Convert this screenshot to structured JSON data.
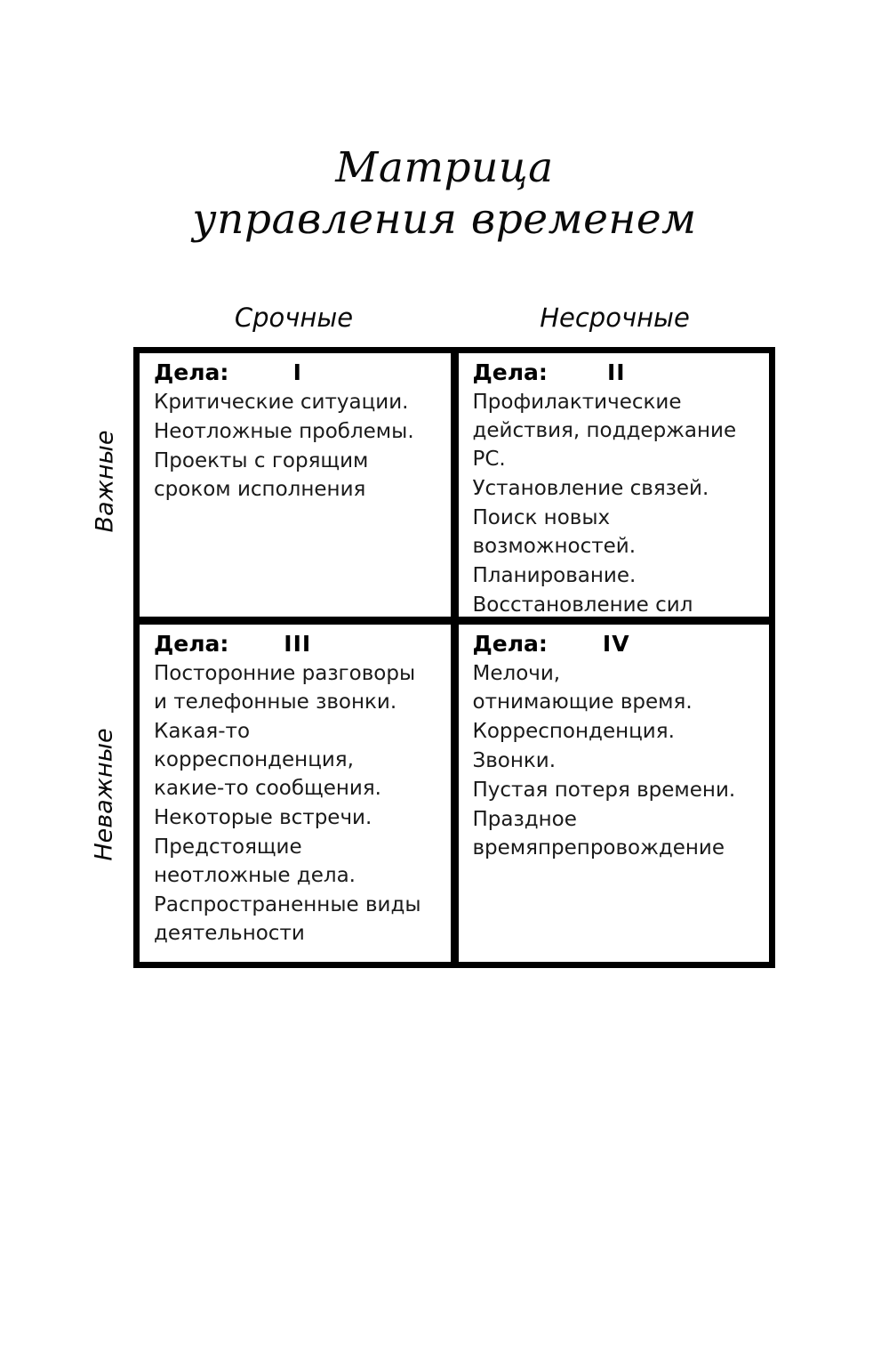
{
  "title": {
    "line1": "Матрица",
    "line2": "управления временем"
  },
  "axes": {
    "columns": [
      {
        "key": "urgent",
        "label": "Срочные"
      },
      {
        "key": "not_urgent",
        "label": "Несрочные"
      }
    ],
    "rows": [
      {
        "key": "important",
        "label": "Важные"
      },
      {
        "key": "unimportant",
        "label": "Неважные"
      }
    ]
  },
  "quadrants": [
    {
      "numeral": "I",
      "heading": "Дела:",
      "items": [
        "Критические ситуации.",
        "Неотложные проблемы.",
        "Проекты с горящим\nсроком исполнения"
      ]
    },
    {
      "numeral": "II",
      "heading": "Дела:",
      "items": [
        "Профилактические\nдействия, поддержание РС.",
        "Установление связей.",
        "Поиск новых возможностей.",
        "Планирование.",
        "Восстановление сил"
      ]
    },
    {
      "numeral": "III",
      "heading": "Дела:",
      "items": [
        "Посторонние разговоры\nи телефонные звонки.",
        "Какая-то корреспонденция,\nкакие-то сообщения.",
        "Некоторые встречи.",
        "Предстоящие\nнеотложные дела.",
        "Распространенные виды\nдеятельности"
      ]
    },
    {
      "numeral": "IV",
      "heading": "Дела:",
      "items": [
        "Мелочи,\nотнимающие время.",
        "Корреспонденция.",
        "Звонки.",
        "Пустая потеря времени.",
        "Праздное\nвремяпрепровождение"
      ]
    }
  ],
  "colors": {
    "background": "#ffffff",
    "ink": "#000000",
    "body_text": "#1a1a1a"
  }
}
